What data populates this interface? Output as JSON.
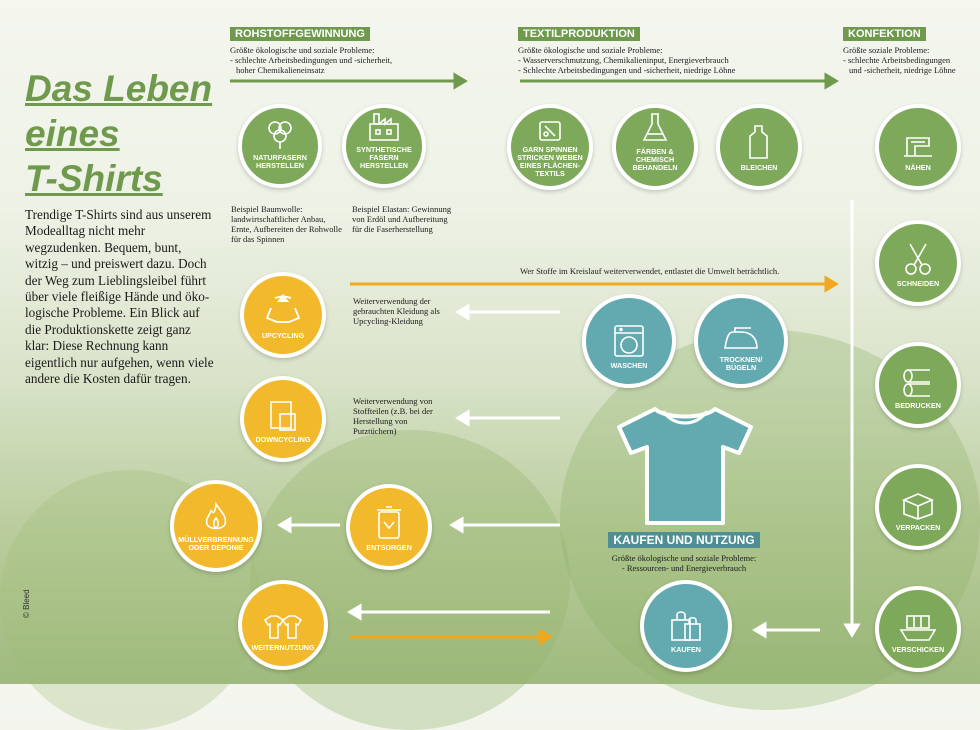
{
  "title": {
    "line1": "Das Leben",
    "line2": "eines",
    "line3": "T-Shirts"
  },
  "intro": "Trendige T-Shirts sind aus unserem Modealltag nicht mehr wegzudenken. Bequem, bunt, witzig – und preiswert dazu. Doch der Weg zum Lieblingsleibel führt über viele fleißige Hände und öko­logische Probleme. Ein Blick auf die Produktionskette zeigt ganz klar: Diese Rechnung kann eigentlich nur aufgehen, wenn viele andere die Kosten dafür tragen.",
  "credit": "© Bleed",
  "sections": {
    "rohstoff": {
      "title": "ROHSTOFFGEWINNUNG",
      "sub1": "Größte ökologische und soziale Probleme:",
      "sub2": "- schlechte Arbeitsbedingungen und -sicherheit,",
      "sub3": "  hoher Chemikalieneinsatz"
    },
    "textil": {
      "title": "TEXTILPRODUKTION",
      "sub1": "Größte ökologische und soziale Probleme:",
      "sub2": "- Wasserverschmutzung, Chemikalieninput, Energieverbrauch",
      "sub3": "- Schlechte Arbeitsbedingungen und -sicherheit, niedrige Löhne"
    },
    "konfektion": {
      "title": "KONFEKTION",
      "sub1": "Größte soziale Probleme:",
      "sub2": "- schlechte Arbeitsbedingungen",
      "sub3": "  und -sicherheit, niedrige Löhne"
    },
    "kaufen": {
      "title": "KAUFEN UND NUTZUNG",
      "sub1": "Größte ökologische und soziale Probleme:",
      "sub2": "- Ressourcen- und Energieverbrauch"
    }
  },
  "circles": {
    "naturfasern": "NATURFASERN HERSTELLEN",
    "synthetisch": "SYNTHETISCHE FASERN HERSTELLEN",
    "garn": "GARN SPINNEN STRICKEN WEBEN EINES FLÄCHEN-TEXTILS",
    "faerben": "FÄRBEN & CHEMISCH BEHANDELN",
    "bleichen": "BLEICHEN",
    "naehen": "NÄHEN",
    "schneiden": "SCHNEIDEN",
    "bedrucken": "BEDRUCKEN",
    "verpacken": "VERPACKEN",
    "verschicken": "VERSCHICKEN",
    "upcycling": "UPCYCLING",
    "downcycling": "DOWNCYCLING",
    "entsorgen": "ENTSORGEN",
    "muell": "MÜLLVERBRENNUNG ODER DEPONIE",
    "weiternutzung": "WEITERNUTZUNG",
    "waschen": "WASCHEN",
    "trocknen": "TROCKNEN/ BÜGELN",
    "kaufen": "KAUFEN"
  },
  "notes": {
    "baumwolle": "Beispiel Baumwolle: landwirtschaftlicher Anbau, Ernte, Aufbereiten der Rohwolle für das Spinnen",
    "elastan": "Beispiel Elastan: Gewinnung von Erdöl und Aufbereitung für die Faserherstellung",
    "kreislauf": "Wer Stoffe im Kreislauf weiterverwendet, entlastet die Umwelt beträchtlich.",
    "upcycling": "Weiterverwendung der gebrauchten Kleidung als Upcycling-Kleidung",
    "downcycling": "Weiterverwendung von Stoffteilen (z.B. bei der Herstellung von Putztüchern)"
  },
  "colors": {
    "green": "#7ea95a",
    "yellow": "#f2b92d",
    "teal": "#63aab0",
    "arrow_orange": "#f0a81e"
  }
}
